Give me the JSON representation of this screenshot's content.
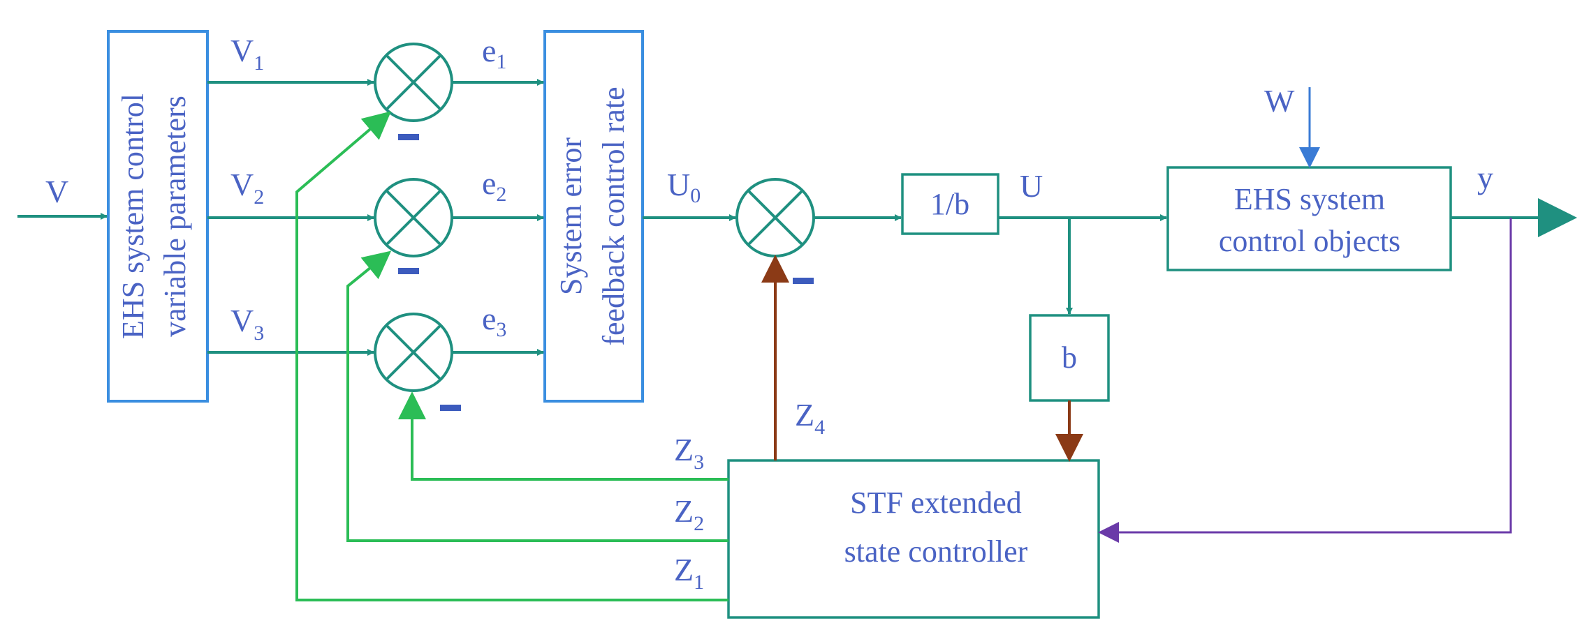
{
  "blocks": {
    "params_line1": "EHS system control",
    "params_line2": "variable parameters",
    "feedback_line1": "System error",
    "feedback_line2": "feedback control rate",
    "inv_b": "1/b",
    "b": "b",
    "plant_line1": "EHS system",
    "plant_line2": "control objects",
    "eso_line1": "STF extended",
    "eso_line2": "state controller"
  },
  "signals": {
    "V": "V",
    "V1_base": "V",
    "V1_sub": "1",
    "V2_base": "V",
    "V2_sub": "2",
    "V3_base": "V",
    "V3_sub": "3",
    "e1_base": "e",
    "e1_sub": "1",
    "e2_base": "e",
    "e2_sub": "2",
    "e3_base": "e",
    "e3_sub": "3",
    "U0_base": "U",
    "U0_sub": "0",
    "U": "U",
    "W": "W",
    "y": "y",
    "Z1_base": "Z",
    "Z1_sub": "1",
    "Z2_base": "Z",
    "Z2_sub": "2",
    "Z3_base": "Z",
    "Z3_sub": "3",
    "Z4_base": "Z",
    "Z4_sub": "4"
  },
  "colors": {
    "forward_path": "#1f9080",
    "state_feedback": "#2bbd56",
    "z4_and_b_path": "#8b3a16",
    "output_feedback": "#6a3aa8",
    "text": "#4a63c4"
  }
}
